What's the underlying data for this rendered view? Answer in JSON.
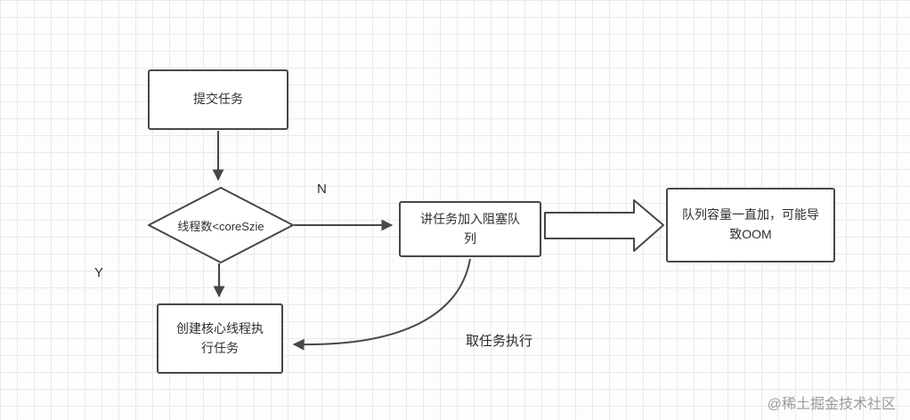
{
  "diagram": {
    "nodes": {
      "submit_task": "提交任务",
      "decision": "线程数<coreSzie",
      "add_to_queue": "讲任务加入阻塞队列",
      "oom_warning": "队列容量一直加，可能导致OOM",
      "create_core_thread": "创建核心线程执行任务"
    },
    "labels": {
      "no": "N",
      "yes": "Y",
      "take_task": "取任务执行"
    },
    "colors": {
      "stroke": "#474747",
      "grid": "#e9e9e9",
      "text": "#2f2f2f"
    }
  },
  "watermark": {
    "text": "@稀土掘金技术社区"
  }
}
